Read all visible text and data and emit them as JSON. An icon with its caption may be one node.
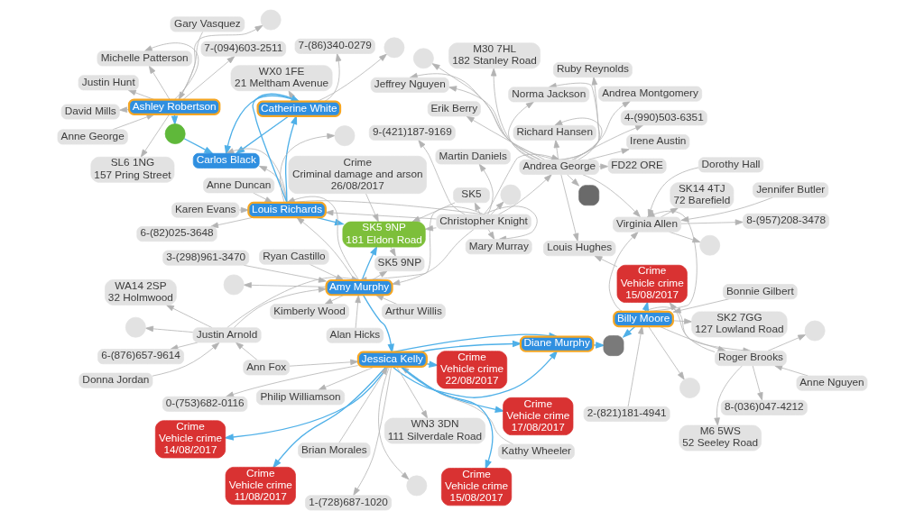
{
  "diagram": {
    "nodes": [
      {
        "text": [
          "7-(86)340-0279"
        ]
      },
      {
        "text": [
          "Carlos Black"
        ]
      },
      {
        "text": [
          "WX0 1FE",
          "21 Meltham Avenue"
        ]
      },
      {
        "text": [],
        "shape": "circle"
      },
      {
        "text": [
          "Catherine White"
        ]
      },
      {
        "text": [],
        "shape": "circle"
      },
      {
        "text": [
          "Gary Vasquez"
        ]
      },
      {
        "text": [
          "Anne George"
        ]
      },
      {
        "text": [
          "Michelle Patterson"
        ]
      },
      {
        "text": [
          "Justin Hunt"
        ]
      },
      {
        "text": [
          "Ashley Robertson"
        ]
      },
      {
        "text": [],
        "shape": "circle"
      },
      {
        "text": [
          "SL6 1NG",
          "157 Pring Street"
        ]
      },
      {
        "text": [
          "6-(82)025-3648"
        ]
      },
      {
        "text": [
          "Karen Evans"
        ]
      },
      {
        "text": [
          "Anne Duncan"
        ]
      },
      {
        "text": [
          "David Mills"
        ]
      },
      {
        "text": [],
        "shape": "circle"
      },
      {
        "text": [
          "Louis Richards"
        ]
      },
      {
        "text": [
          "7-(094)603-2511"
        ]
      },
      {
        "text": [
          "Crime",
          "Criminal damage and arson",
          "26/08/2017"
        ]
      },
      {
        "text": [
          "SK5"
        ]
      },
      {
        "text": [
          "8-(036)047-4212"
        ]
      },
      {
        "text": [
          "M6 5WS",
          "52 Seeley Road"
        ]
      },
      {
        "text": [
          "Arthur Willis"
        ]
      },
      {
        "text": [
          "Ryan Castillo"
        ]
      },
      {
        "text": [
          "Mary Murray"
        ]
      },
      {
        "text": [
          "Anne Nguyen"
        ]
      },
      {
        "text": [
          "Martin Daniels"
        ]
      },
      {
        "text": [
          "3-(298)961-3470"
        ]
      },
      {
        "text": [
          "SK5 9NP",
          "181 Eldon Road"
        ]
      },
      {
        "text": [
          "WA14 2SP",
          "32 Holmwood"
        ]
      },
      {
        "text": [],
        "shape": "circle"
      },
      {
        "text": [
          "Roger Brooks"
        ]
      },
      {
        "text": [
          "Alan Hicks"
        ]
      },
      {
        "text": [
          "SK2 7GG",
          "127 Lowland Road"
        ]
      },
      {
        "text": [
          "Amy Murphy"
        ]
      },
      {
        "text": [
          "2-(821)181-4941"
        ]
      },
      {
        "text": [
          "Christopher Knight"
        ]
      },
      {
        "text": [
          "SK5 9NP"
        ]
      },
      {
        "text": [],
        "shape": "circle"
      },
      {
        "text": [
          "Donna Jordan"
        ]
      },
      {
        "text": [
          "Justin Arnold"
        ]
      },
      {
        "text": [
          "Kimberly Wood"
        ]
      },
      {
        "text": [
          "Crime",
          "Vehicle crime",
          "15/08/2017"
        ]
      },
      {
        "text": [
          "Bonnie Gilbert"
        ]
      },
      {
        "text": [],
        "shape": "circle"
      },
      {
        "text": [
          "9-(421)187-9169"
        ]
      },
      {
        "text": [
          "6-(876)657-9614"
        ]
      },
      {
        "text": [],
        "shape": "circle"
      },
      {
        "text": [
          "Billy Moore"
        ]
      },
      {
        "text": [
          "Louis Hughes"
        ]
      },
      {
        "text": [
          "Ann Fox"
        ]
      },
      {
        "text": [],
        "shape": "circle"
      },
      {
        "text": [],
        "shape": "circle"
      },
      {
        "text": [
          "Dorothy Hall"
        ]
      },
      {
        "text": [],
        "shape": "box"
      },
      {
        "text": [
          "Kathy Wheeler"
        ]
      },
      {
        "text": [],
        "shape": "box"
      },
      {
        "text": [
          "Diane Murphy"
        ]
      },
      {
        "text": [
          "Virginia Allen"
        ]
      },
      {
        "text": [
          "Irene Austin"
        ]
      },
      {
        "text": [
          "Crime",
          "Vehicle crime",
          "22/08/2017"
        ]
      },
      {
        "text": [
          "Jessica Kelly"
        ]
      },
      {
        "text": [
          "SK14 4TJ",
          "72 Barefield"
        ]
      },
      {
        "text": [
          "Norma Jackson"
        ]
      },
      {
        "text": [
          "Andrea George"
        ]
      },
      {
        "text": [],
        "shape": "circle"
      },
      {
        "text": [
          "0-(753)682-0116"
        ]
      },
      {
        "text": [
          "8-(957)208-3478"
        ]
      },
      {
        "text": [
          "Philip Williamson"
        ]
      },
      {
        "text": [
          "Crime",
          "Vehicle crime",
          "15/08/2017"
        ]
      },
      {
        "text": [
          "Richard Hansen"
        ]
      },
      {
        "text": [
          "Jennifer Butler"
        ]
      },
      {
        "text": [
          "Erik Berry"
        ]
      },
      {
        "text": [
          "Crime",
          "Vehicle crime",
          "14/08/2017"
        ]
      },
      {
        "text": [
          "1-(728)687-1020"
        ]
      },
      {
        "text": [],
        "shape": "circle"
      },
      {
        "text": [
          "Ruby Reynolds"
        ]
      },
      {
        "text": [
          "Crime",
          "Vehicle crime",
          "11/08/2017"
        ]
      },
      {
        "text": [
          "Crime",
          "Vehicle crime",
          "17/08/2017"
        ]
      },
      {
        "text": [
          "M30 7HL",
          "182 Stanley Road"
        ]
      },
      {
        "text": [
          "Brian Morales"
        ]
      },
      {
        "text": [
          "Jeffrey Nguyen"
        ]
      },
      {
        "text": [
          "FD22 ORE"
        ]
      },
      {
        "text": [
          "4-(990)503-6351"
        ]
      },
      {
        "text": [
          "WN3 3DN",
          "111 Silverdale Road"
        ]
      },
      {
        "text": [
          "Andrea Montgomery"
        ]
      }
    ],
    "edges": [
      {
        "from": 4,
        "to": 1,
        "arrow": "to",
        "color": "#4fb0e8"
      },
      {
        "from": 4,
        "to": 1,
        "arrow": "to",
        "color": "#4fb0e8"
      },
      {
        "from": 10,
        "to": 5,
        "arrow": "to",
        "color": "#4fb0e8"
      },
      {
        "from": 5,
        "to": 1,
        "arrow": "to",
        "color": "#4fb0e8"
      },
      {
        "from": 18,
        "to": 4,
        "arrow": "to",
        "color": "#4fb0e8"
      },
      {
        "from": 18,
        "to": 4,
        "arrow": "to",
        "color": "#4fb0e8"
      },
      {
        "from": 18,
        "to": 30,
        "arrow": "to",
        "color": "#4fb0e8"
      },
      {
        "from": 36,
        "to": 30,
        "arrow": "to",
        "color": "#4fb0e8"
      },
      {
        "from": 36,
        "to": 63,
        "arrow": "to",
        "color": "#4fb0e8"
      },
      {
        "from": 63,
        "to": 59,
        "arrow": "to",
        "color": "#4fb0e8"
      },
      {
        "from": 63,
        "to": 59,
        "arrow": "to",
        "color": "#4fb0e8"
      },
      {
        "from": 63,
        "to": 59,
        "arrow": "to",
        "color": "#4fb0e8"
      },
      {
        "from": 59,
        "to": 56,
        "arrow": "to",
        "color": "#4fb0e8"
      },
      {
        "from": 50,
        "to": 56,
        "arrow": "to",
        "color": "#4fb0e8"
      },
      {
        "from": 50,
        "to": 44,
        "arrow": "to",
        "color": "#4fb0e8"
      },
      {
        "from": 63,
        "to": 62,
        "arrow": "to",
        "color": "#4fb0e8"
      },
      {
        "from": 63,
        "to": 71,
        "arrow": "to",
        "color": "#4fb0e8"
      },
      {
        "from": 63,
        "to": 75,
        "arrow": "to",
        "color": "#4fb0e8"
      },
      {
        "from": 63,
        "to": 80,
        "arrow": "to",
        "color": "#4fb0e8"
      },
      {
        "from": 63,
        "to": 79,
        "arrow": "to",
        "color": "#4fb0e8"
      },
      {
        "from": 4,
        "to": 0,
        "arrow": "to"
      },
      {
        "from": 4,
        "to": 2,
        "arrow": "to"
      },
      {
        "from": 4,
        "to": 3,
        "arrow": "to"
      },
      {
        "from": 18,
        "to": 1,
        "arrow": "to"
      },
      {
        "from": 18,
        "to": 1,
        "arrow": "to"
      },
      {
        "from": 18,
        "to": 13,
        "arrow": "to"
      },
      {
        "from": 15,
        "to": 18,
        "arrow": "to"
      },
      {
        "from": 18,
        "to": 17,
        "arrow": "to"
      },
      {
        "from": 14,
        "to": 18,
        "arrow": "to"
      },
      {
        "from": 36,
        "to": 18,
        "arrow": "to"
      },
      {
        "from": 36,
        "to": 18,
        "arrow": "to"
      },
      {
        "from": 38,
        "to": 18,
        "arrow": "to"
      },
      {
        "from": 38,
        "to": 18,
        "arrow": "to"
      },
      {
        "from": 20,
        "to": 30,
        "arrow": "to"
      },
      {
        "from": 21,
        "to": 30,
        "arrow": "to"
      },
      {
        "from": 38,
        "to": 21,
        "arrow": "to"
      },
      {
        "from": 30,
        "to": 39,
        "arrow": "to"
      },
      {
        "from": 38,
        "to": 30,
        "arrow": "to"
      },
      {
        "from": 24,
        "to": 36,
        "arrow": "to"
      },
      {
        "from": 25,
        "to": 36,
        "arrow": "to"
      },
      {
        "from": 29,
        "to": 36,
        "arrow": "to"
      },
      {
        "from": 34,
        "to": 36,
        "arrow": "to"
      },
      {
        "from": 36,
        "to": 43,
        "arrow": "to"
      },
      {
        "from": 42,
        "to": 36,
        "arrow": "to"
      },
      {
        "from": 42,
        "to": 36,
        "arrow": "to"
      },
      {
        "from": 36,
        "to": 46,
        "arrow": "to"
      },
      {
        "from": 38,
        "to": 36,
        "arrow": "to"
      },
      {
        "from": 38,
        "to": 36,
        "arrow": "to"
      },
      {
        "from": 36,
        "to": 39,
        "arrow": "to"
      },
      {
        "from": 42,
        "to": 31,
        "arrow": "to"
      },
      {
        "from": 41,
        "to": 42,
        "arrow": "to"
      },
      {
        "from": 42,
        "to": 48,
        "arrow": "to"
      },
      {
        "from": 42,
        "to": 49,
        "arrow": "to"
      },
      {
        "from": 52,
        "to": 42,
        "arrow": "to"
      },
      {
        "from": 38,
        "to": 26,
        "arrow": "to"
      },
      {
        "from": 38,
        "to": 26,
        "arrow": "to"
      },
      {
        "from": 38,
        "to": 28,
        "arrow": "to"
      },
      {
        "from": 38,
        "to": 40,
        "arrow": "to"
      },
      {
        "from": 38,
        "to": 47,
        "arrow": "to"
      },
      {
        "from": 38,
        "to": 66,
        "arrow": "to"
      },
      {
        "from": 38,
        "to": 66,
        "arrow": "to"
      },
      {
        "from": 37,
        "to": 50,
        "arrow": "to"
      },
      {
        "from": 50,
        "to": 35,
        "arrow": "to"
      },
      {
        "from": 45,
        "to": 50,
        "arrow": "to"
      },
      {
        "from": 50,
        "to": 33,
        "arrow": "to"
      },
      {
        "from": 50,
        "to": 33,
        "arrow": "to"
      },
      {
        "from": 50,
        "to": 53,
        "arrow": "to"
      },
      {
        "from": 50,
        "to": 60,
        "arrow": "to"
      },
      {
        "from": 50,
        "to": 60,
        "arrow": "to"
      },
      {
        "from": 33,
        "to": 22,
        "arrow": "to"
      },
      {
        "from": 33,
        "to": 23,
        "arrow": "to"
      },
      {
        "from": 27,
        "to": 33,
        "arrow": "to"
      },
      {
        "from": 33,
        "to": 32,
        "arrow": "to"
      },
      {
        "from": 33,
        "to": 44,
        "arrow": "to"
      },
      {
        "from": 44,
        "to": 51,
        "arrow": "to"
      },
      {
        "from": 66,
        "to": 51,
        "arrow": "to"
      },
      {
        "from": 66,
        "to": 58,
        "arrow": "to"
      },
      {
        "from": 66,
        "to": 61,
        "arrow": "to"
      },
      {
        "from": 66,
        "to": 65,
        "arrow": "to"
      },
      {
        "from": 66,
        "to": 65,
        "arrow": "to"
      },
      {
        "from": 66,
        "to": 72,
        "arrow": "to"
      },
      {
        "from": 66,
        "to": 72,
        "arrow": "to"
      },
      {
        "from": 66,
        "to": 74,
        "arrow": "to"
      },
      {
        "from": 66,
        "to": 81,
        "arrow": "to"
      },
      {
        "from": 66,
        "to": 77,
        "arrow": "to"
      },
      {
        "from": 66,
        "to": 84,
        "arrow": "to"
      },
      {
        "from": 66,
        "to": 83,
        "arrow": "to"
      },
      {
        "from": 66,
        "to": 83,
        "arrow": "to"
      },
      {
        "from": 66,
        "to": 87,
        "arrow": "to"
      },
      {
        "from": 66,
        "to": 78,
        "arrow": "to"
      },
      {
        "from": 66,
        "to": 85,
        "arrow": "to"
      },
      {
        "from": 66,
        "to": 60,
        "arrow": "to"
      },
      {
        "from": 55,
        "to": 60,
        "arrow": "to"
      },
      {
        "from": 60,
        "to": 64,
        "arrow": "to"
      },
      {
        "from": 60,
        "to": 69,
        "arrow": "to"
      },
      {
        "from": 60,
        "to": 67,
        "arrow": "to"
      },
      {
        "from": 73,
        "to": 60,
        "arrow": "to"
      },
      {
        "from": 52,
        "to": 63,
        "arrow": "to"
      },
      {
        "from": 57,
        "to": 63,
        "arrow": "to"
      },
      {
        "from": 63,
        "to": 54,
        "arrow": "to"
      },
      {
        "from": 63,
        "to": 68,
        "arrow": "to"
      },
      {
        "from": 63,
        "to": 76,
        "arrow": "to"
      },
      {
        "from": 82,
        "to": 63,
        "arrow": "to"
      },
      {
        "from": 63,
        "to": 86,
        "arrow": "to"
      },
      {
        "from": 63,
        "to": 70,
        "arrow": "to"
      },
      {
        "from": 7,
        "to": 10,
        "arrow": "to"
      },
      {
        "from": 6,
        "to": 10,
        "arrow": "to"
      },
      {
        "from": 10,
        "to": 8,
        "arrow": "to"
      },
      {
        "from": 10,
        "to": 8,
        "arrow": "to"
      },
      {
        "from": 10,
        "to": 9,
        "arrow": "to"
      },
      {
        "from": 10,
        "to": 11,
        "arrow": "to"
      },
      {
        "from": 10,
        "to": 12,
        "arrow": "to"
      },
      {
        "from": 10,
        "to": 16,
        "arrow": "to"
      },
      {
        "from": 10,
        "to": 19,
        "arrow": "to"
      }
    ]
  }
}
